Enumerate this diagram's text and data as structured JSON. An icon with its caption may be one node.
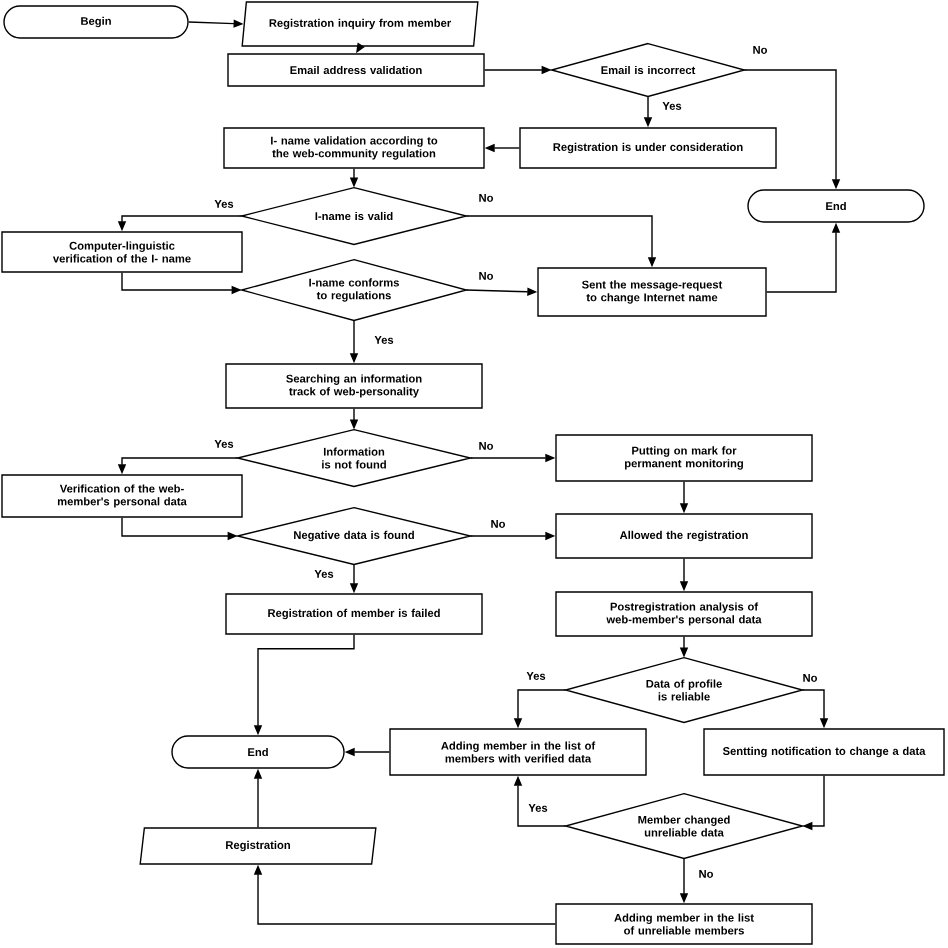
{
  "diagram": {
    "nodes": [
      {
        "text": [
          "Begin"
        ]
      },
      {
        "text": [
          "Registration inquiry from member"
        ]
      },
      {
        "text": [
          "Email address validation"
        ]
      },
      {
        "text": [
          "Email is incorrect"
        ]
      },
      {
        "text": [
          "Registration is under consideration"
        ]
      },
      {
        "text": [
          "I- name validation according to the web-community regulation"
        ]
      },
      {
        "text": [
          "End"
        ]
      },
      {
        "text": [
          "I-name is valid"
        ]
      },
      {
        "text": [
          "Computer-linguistic verification of the I- name"
        ]
      },
      {
        "text": [
          "I-name conforms to regulations"
        ]
      },
      {
        "text": [
          "Sent the message-request to change Internet name"
        ]
      },
      {
        "text": [
          "Searching an information track of web-personality"
        ]
      },
      {
        "text": [
          "Information is not found"
        ]
      },
      {
        "text": [
          "Putting on mark for permanent monitoring"
        ]
      },
      {
        "text": [
          "Verification of the web-member's personal data"
        ]
      },
      {
        "text": [
          "Negative data is found"
        ]
      },
      {
        "text": [
          "Allowed the registration"
        ]
      },
      {
        "text": [
          "Registration of member is failed"
        ]
      },
      {
        "text": [
          "Postregistration analysis of web-member's personal data"
        ]
      },
      {
        "text": [
          "Data of profile is reliable"
        ]
      },
      {
        "text": [
          "End"
        ]
      },
      {
        "text": [
          "Adding member in the list of members with verified data"
        ]
      },
      {
        "text": [
          "Sentting notification to change a data"
        ]
      },
      {
        "text": [
          "Member changed unreliable data"
        ]
      },
      {
        "text": [
          "Registration"
        ]
      },
      {
        "text": [
          "Adding member in the list of unreliable members"
        ]
      }
    ],
    "edges": [
      {
        "from": 0,
        "to": 1,
        "arrow": "to"
      },
      {
        "from": 1,
        "to": 2,
        "arrow": "to"
      },
      {
        "from": 2,
        "to": 3,
        "arrow": "to"
      },
      {
        "from": 3,
        "to": 6,
        "arrow": "to",
        "label": "No"
      },
      {
        "from": 3,
        "to": 4,
        "arrow": "to",
        "label": "Yes"
      },
      {
        "from": 4,
        "to": 5,
        "arrow": "to"
      },
      {
        "from": 5,
        "to": 7,
        "arrow": "to"
      },
      {
        "from": 7,
        "to": 8,
        "arrow": "to",
        "label": "Yes"
      },
      {
        "from": 7,
        "to": 10,
        "arrow": "to",
        "label": "No"
      },
      {
        "from": 8,
        "to": 9,
        "arrow": "to"
      },
      {
        "from": 9,
        "to": 10,
        "arrow": "to",
        "label": "No"
      },
      {
        "from": 10,
        "to": 6,
        "arrow": "to"
      },
      {
        "from": 9,
        "to": 11,
        "arrow": "to",
        "label": "Yes"
      },
      {
        "from": 11,
        "to": 12,
        "arrow": "to"
      },
      {
        "from": 12,
        "to": 14,
        "arrow": "to",
        "label": "Yes"
      },
      {
        "from": 12,
        "to": 13,
        "arrow": "to",
        "label": "No"
      },
      {
        "from": 14,
        "to": 15,
        "arrow": "to"
      },
      {
        "from": 15,
        "to": 16,
        "arrow": "to",
        "label": "No"
      },
      {
        "from": 15,
        "to": 17,
        "arrow": "to",
        "label": "Yes"
      },
      {
        "from": 13,
        "to": 16,
        "arrow": "to"
      },
      {
        "from": 16,
        "to": 18,
        "arrow": "to"
      },
      {
        "from": 18,
        "to": 19,
        "arrow": "to"
      },
      {
        "from": 19,
        "to": 21,
        "arrow": "to",
        "label": "Yes"
      },
      {
        "from": 19,
        "to": 22,
        "arrow": "to",
        "label": "No"
      },
      {
        "from": 17,
        "to": 20,
        "arrow": "to"
      },
      {
        "from": 21,
        "to": 20,
        "arrow": "to"
      },
      {
        "from": 22,
        "to": 23,
        "arrow": "to"
      },
      {
        "from": 23,
        "to": 21,
        "arrow": "to",
        "label": "Yes"
      },
      {
        "from": 23,
        "to": 25,
        "arrow": "to",
        "label": "No"
      },
      {
        "from": 25,
        "to": 24,
        "arrow": "to"
      },
      {
        "from": 24,
        "to": 20,
        "arrow": "to"
      }
    ]
  }
}
